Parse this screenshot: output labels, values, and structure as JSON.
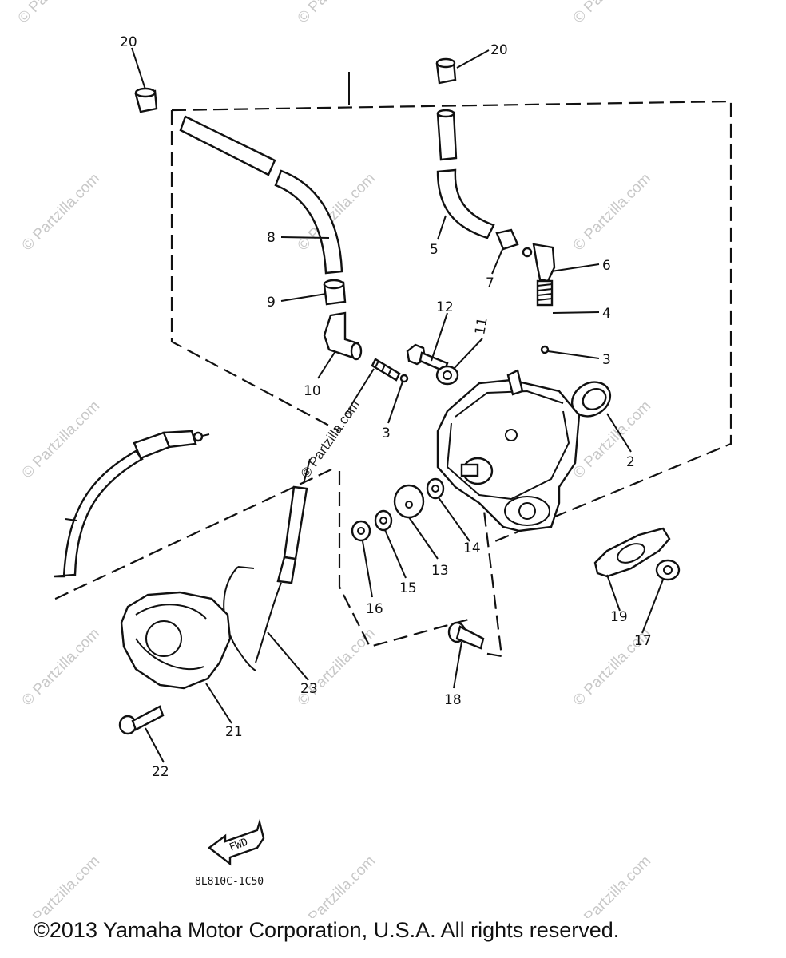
{
  "callouts": [
    {
      "id": "20a",
      "text": "20"
    },
    {
      "id": "20b",
      "text": "20"
    },
    {
      "id": "8",
      "text": "8"
    },
    {
      "id": "9",
      "text": "9"
    },
    {
      "id": "10",
      "text": "10"
    },
    {
      "id": "5",
      "text": "5"
    },
    {
      "id": "7",
      "text": "7"
    },
    {
      "id": "6",
      "text": "6"
    },
    {
      "id": "4a",
      "text": "4"
    },
    {
      "id": "3a",
      "text": "3"
    },
    {
      "id": "12",
      "text": "12"
    },
    {
      "id": "11",
      "text": "11"
    },
    {
      "id": "4b",
      "text": "4"
    },
    {
      "id": "3b",
      "text": "3"
    },
    {
      "id": "2",
      "text": "2"
    },
    {
      "id": "14",
      "text": "14"
    },
    {
      "id": "13",
      "text": "13"
    },
    {
      "id": "15",
      "text": "15"
    },
    {
      "id": "16",
      "text": "16"
    },
    {
      "id": "19",
      "text": "19"
    },
    {
      "id": "17",
      "text": "17"
    },
    {
      "id": "18",
      "text": "18"
    },
    {
      "id": "23",
      "text": "23"
    },
    {
      "id": "21",
      "text": "21"
    },
    {
      "id": "22",
      "text": "22"
    }
  ],
  "fwd_label": "FWD",
  "diagram_code": "8L810C-1C50",
  "watermark": "© Partzilla.com",
  "copyright": "©2013  Yamaha Motor Corporation, U.S.A. All rights reserved."
}
